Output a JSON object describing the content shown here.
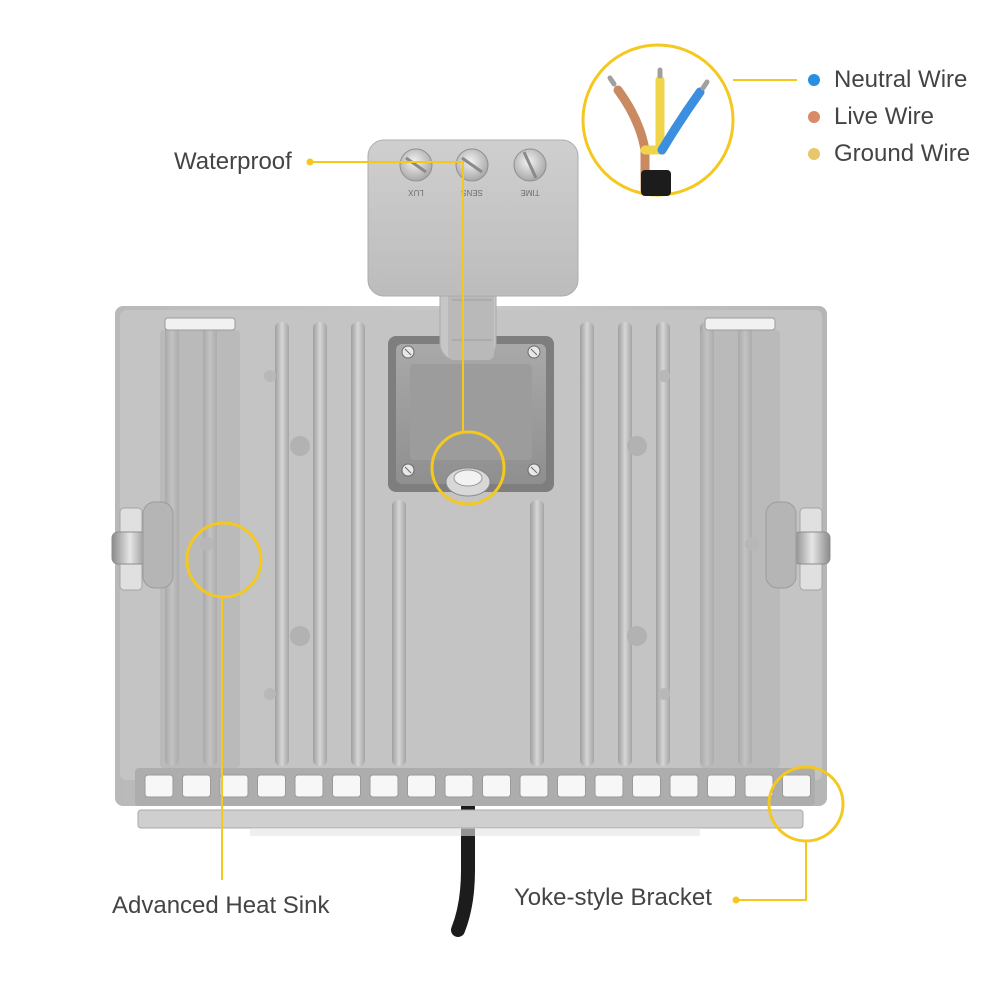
{
  "callouts": {
    "waterproof": "Waterproof",
    "heat_sink": "Advanced Heat Sink",
    "bracket": "Yoke-style Bracket"
  },
  "legend": [
    {
      "label": "Neutral Wire",
      "color": "#2a8fe0"
    },
    {
      "label": "Live Wire",
      "color": "#d98a66"
    },
    {
      "label": "Ground Wire",
      "color": "#e8c66a"
    }
  ],
  "sensor_knobs": [
    "LUX",
    "SENS",
    "TIME"
  ],
  "colors": {
    "accent": "#f4c81f",
    "housing": "#bdbdbd",
    "cable": "#1c1c1c"
  }
}
